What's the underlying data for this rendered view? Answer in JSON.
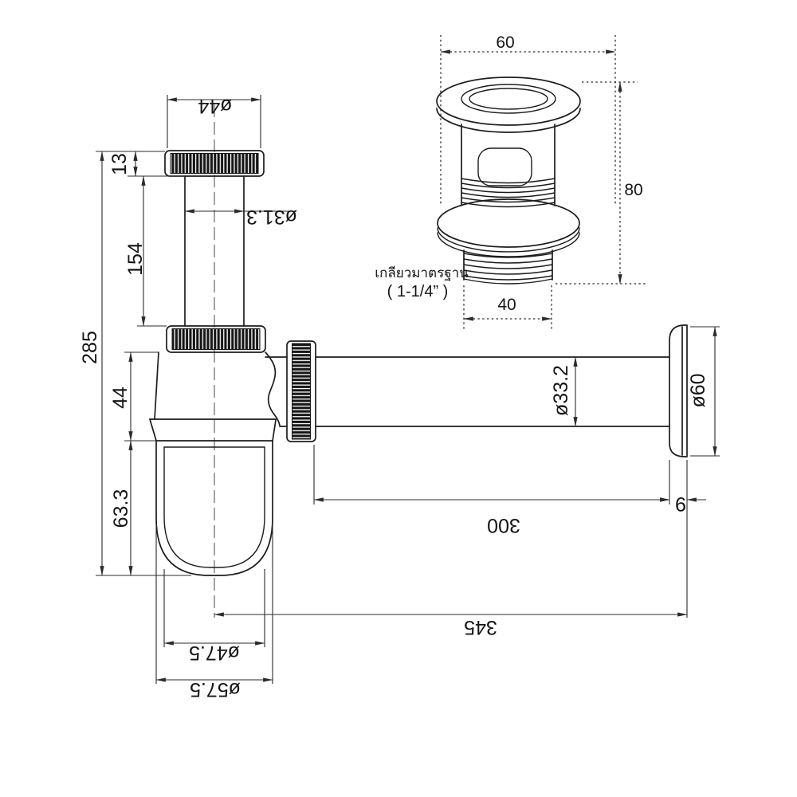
{
  "colors": {
    "line": "#1c1c1c",
    "background": "#ffffff",
    "knurl_fill": "#161616"
  },
  "main_view": {
    "dia_cap": "ø44",
    "cap_height": "13",
    "tube_length": "154",
    "dia_tube": "ø31.3",
    "overall_height": "285",
    "body_height": "44",
    "cup_height": "63.3",
    "dia_cup_inner": "ø47.5",
    "dia_cup_outer": "ø57.5",
    "pipe_length": "300",
    "dia_pipe": "ø33.2",
    "dia_wall_flange": "ø60",
    "flange_gap": "9",
    "overall_length": "345"
  },
  "detail_view": {
    "dia_top": "60",
    "height": "80",
    "dia_thread": "40",
    "note_line1": "เกลียวมาตรฐาน",
    "note_line2": "( 1-1/4” )"
  }
}
